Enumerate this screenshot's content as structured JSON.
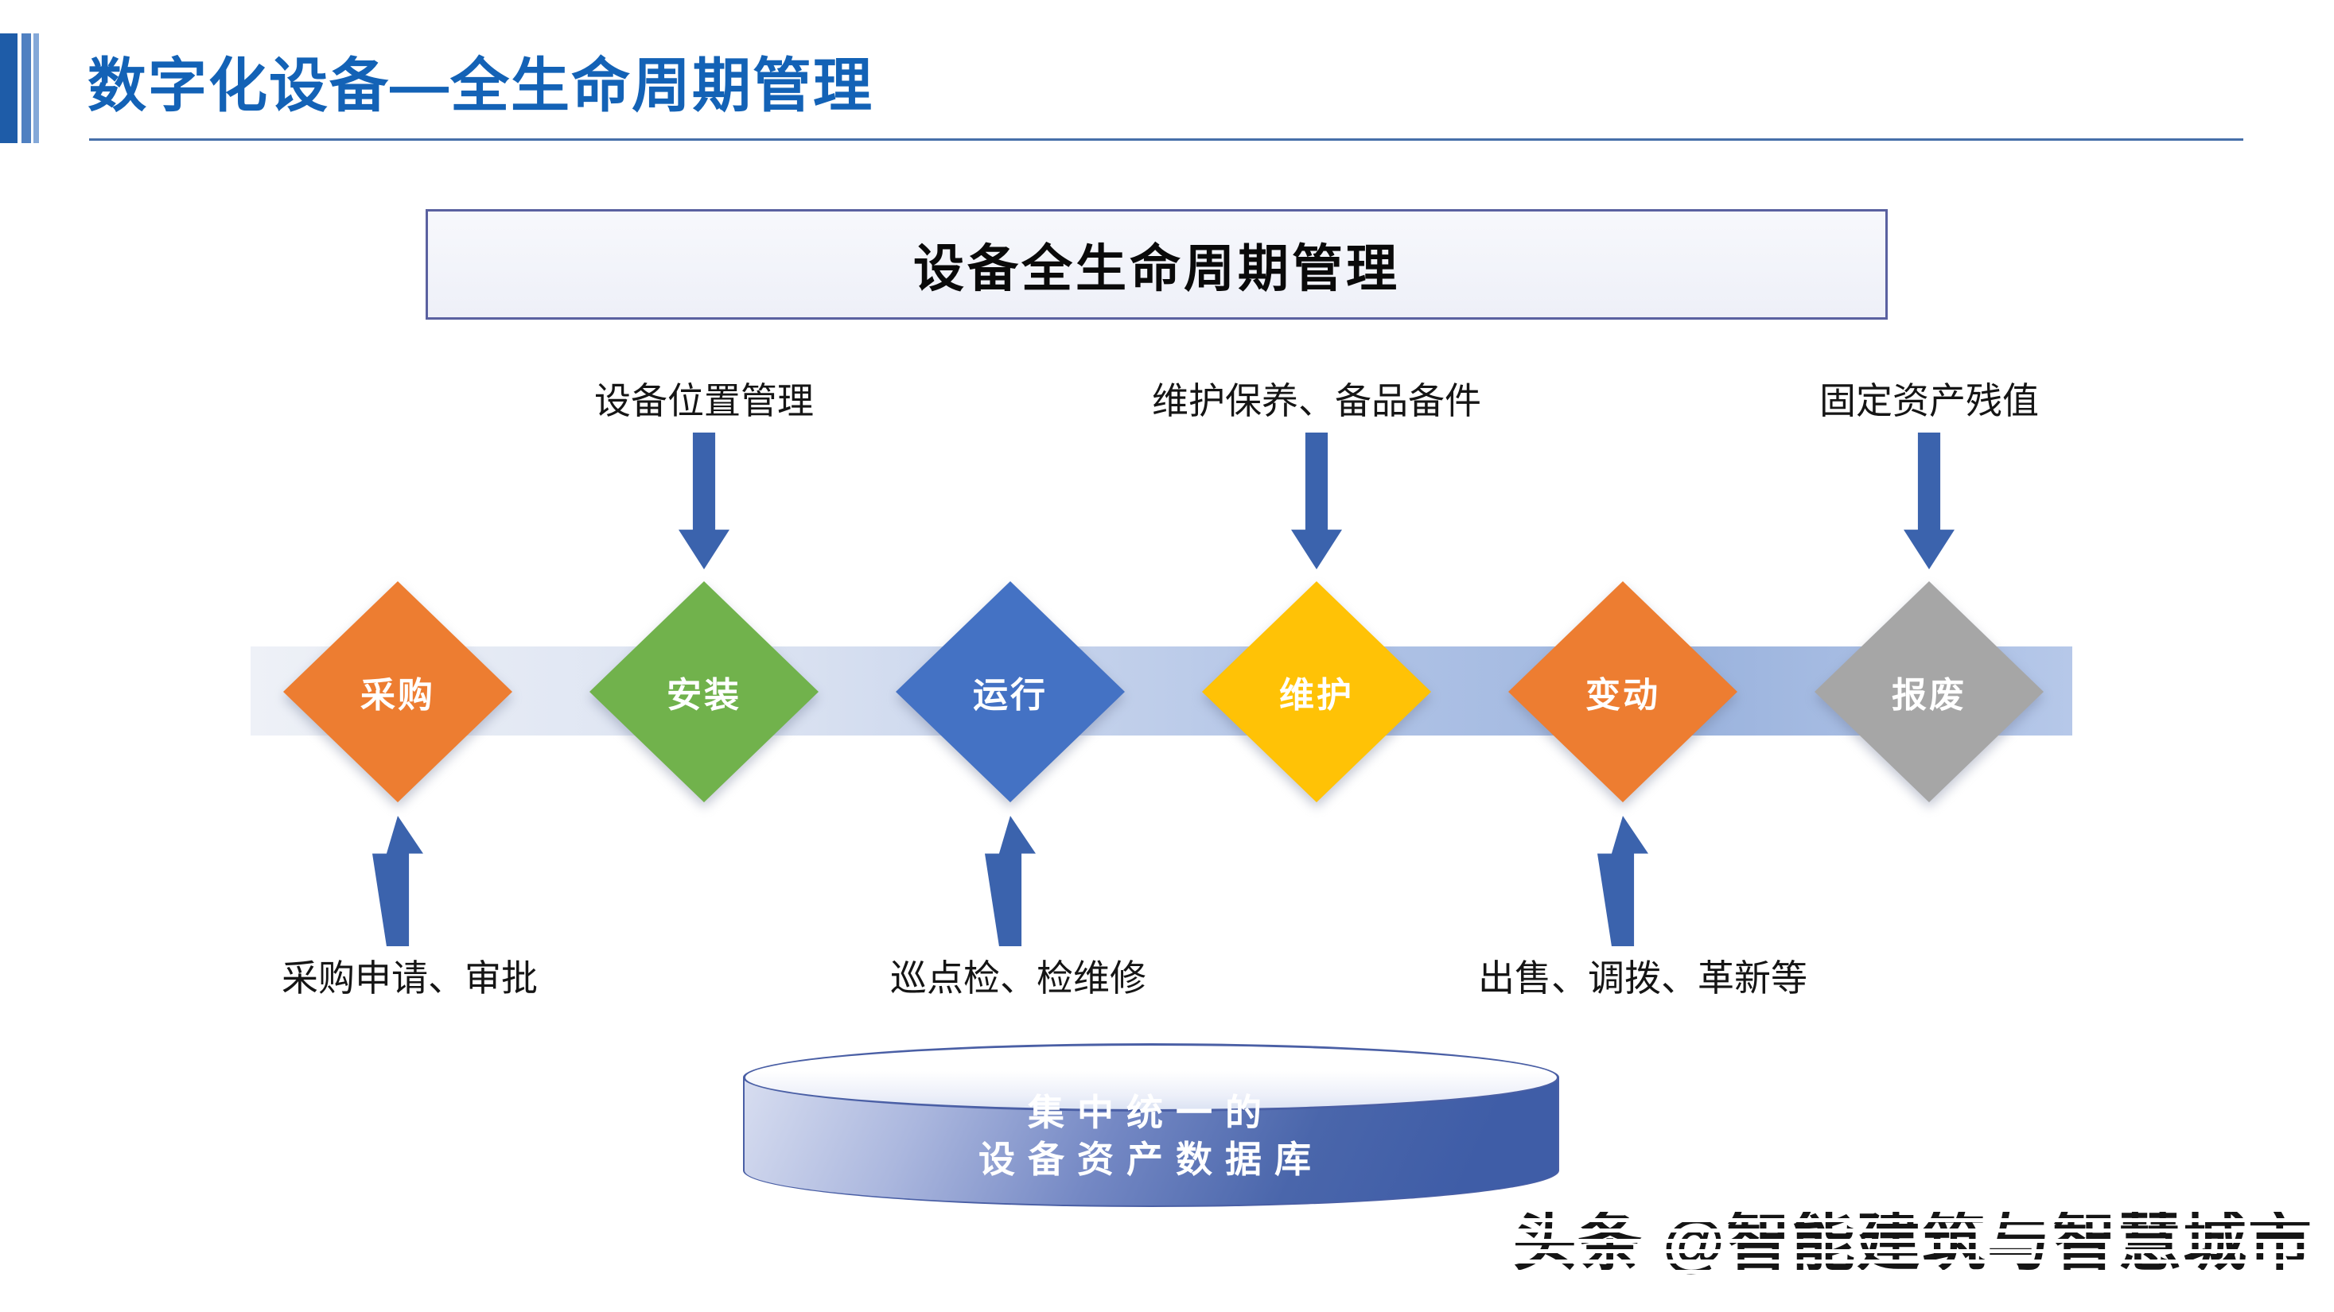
{
  "slide": {
    "title": "数字化设备—全生命周期管理",
    "title_color": "#1362B6",
    "watermark": "头条 @智能建筑与智慧城市"
  },
  "diagram": {
    "header_label": "设备全生命周期管理",
    "top_annotations": [
      {
        "label": "设备位置管理"
      },
      {
        "label": "维护保养、备品备件"
      },
      {
        "label": "固定资产残值"
      }
    ],
    "stages": [
      {
        "label": "采购",
        "color": "#ED7D31"
      },
      {
        "label": "安装",
        "color": "#71B24C"
      },
      {
        "label": "运行",
        "color": "#4472C4"
      },
      {
        "label": "维护",
        "color": "#FFC206"
      },
      {
        "label": "变动",
        "color": "#ED7D31"
      },
      {
        "label": "报废",
        "color": "#A6A6A6"
      }
    ],
    "bottom_annotations": [
      {
        "label": "采购申请、审批"
      },
      {
        "label": "巡点检、检维修"
      },
      {
        "label": "出售、调拨、革新等"
      }
    ],
    "database": {
      "line1": "集中统一的",
      "line2": "设备资产数据库"
    },
    "arrow_color": "#3B63AD",
    "band_start_color": "#EEF1F7",
    "band_end_color": "#9CB4DE"
  }
}
